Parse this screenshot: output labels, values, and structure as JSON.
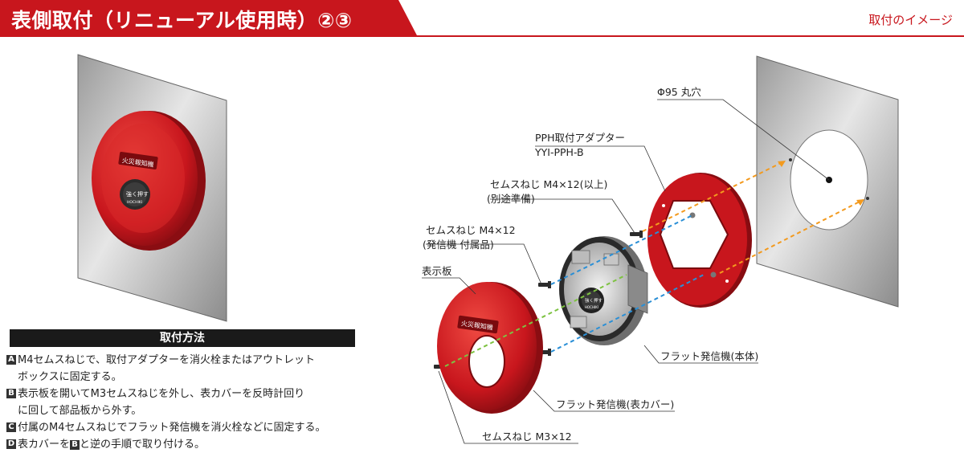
{
  "header": {
    "title": "表側取付（リニューアル使用時）②③",
    "subtitle": "取付のイメージ",
    "accent_color": "#c8161d"
  },
  "left_figure": {
    "device_label": "火災報知機",
    "button_label": "強く押す",
    "brand": "HOCHIKI"
  },
  "right_figure": {
    "callouts": {
      "hole": "Φ95 丸穴",
      "adapter_name": "PPH取付アダプター",
      "adapter_model": "YYI-PPH-B",
      "screw_m4x12_plus_line1": "セムスねじ M4×12(以上)",
      "screw_m4x12_plus_line2": "(別途準備)",
      "screw_m4x12_line1": "セムスねじ M4×12",
      "screw_m4x12_line2": "(発信機 付属品)",
      "plate": "表示板",
      "transmitter_body": "フラット発信機(本体)",
      "transmitter_cover": "フラット発信機(表カバー)",
      "screw_m3x12": "セムスねじ M3×12"
    },
    "cover_label": "火災報知機",
    "button_label": "強く押す",
    "brand": "HOCHIKI"
  },
  "method": {
    "title": "取付方法",
    "steps": [
      {
        "badge": "A",
        "line1": "M4セムスねじで、取付アダプターを消火栓またはアウトレット",
        "line2": "ボックスに固定する。"
      },
      {
        "badge": "B",
        "line1": "表示板を開いてM3セムスねじを外し、表カバーを反時計回り",
        "line2": "に回して部品板から外す。"
      },
      {
        "badge": "C",
        "line1": "付属のM4セムスねじでフラット発信機を消火栓などに固定する。"
      },
      {
        "badge": "D",
        "line1_a": "表カバーを",
        "line1_ref": "B",
        "line1_b": "と逆の手順で取り付ける。"
      }
    ]
  }
}
